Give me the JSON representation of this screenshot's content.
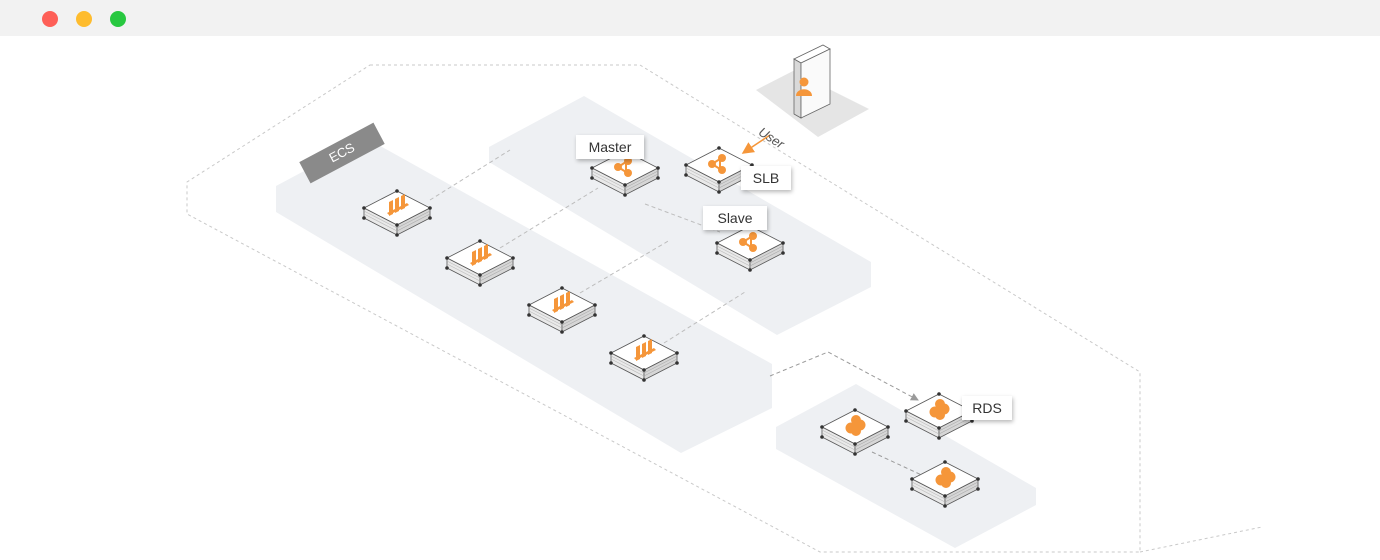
{
  "window": {
    "controls": [
      {
        "name": "close",
        "color": "#fe5f57"
      },
      {
        "name": "minimize",
        "color": "#febc2e"
      },
      {
        "name": "maximize",
        "color": "#28c840"
      }
    ]
  },
  "diagram": {
    "accent_color": "#f5963a",
    "group_label": "ECS",
    "user_label": "User",
    "labels": {
      "master": "Master",
      "slb": "SLB",
      "slave": "Slave",
      "rds": "RDS"
    },
    "icons": {
      "ecs": "server-rack-icon",
      "slb": "load-balancer-icon",
      "rds": "database-cluster-icon",
      "user": "user-icon"
    }
  }
}
